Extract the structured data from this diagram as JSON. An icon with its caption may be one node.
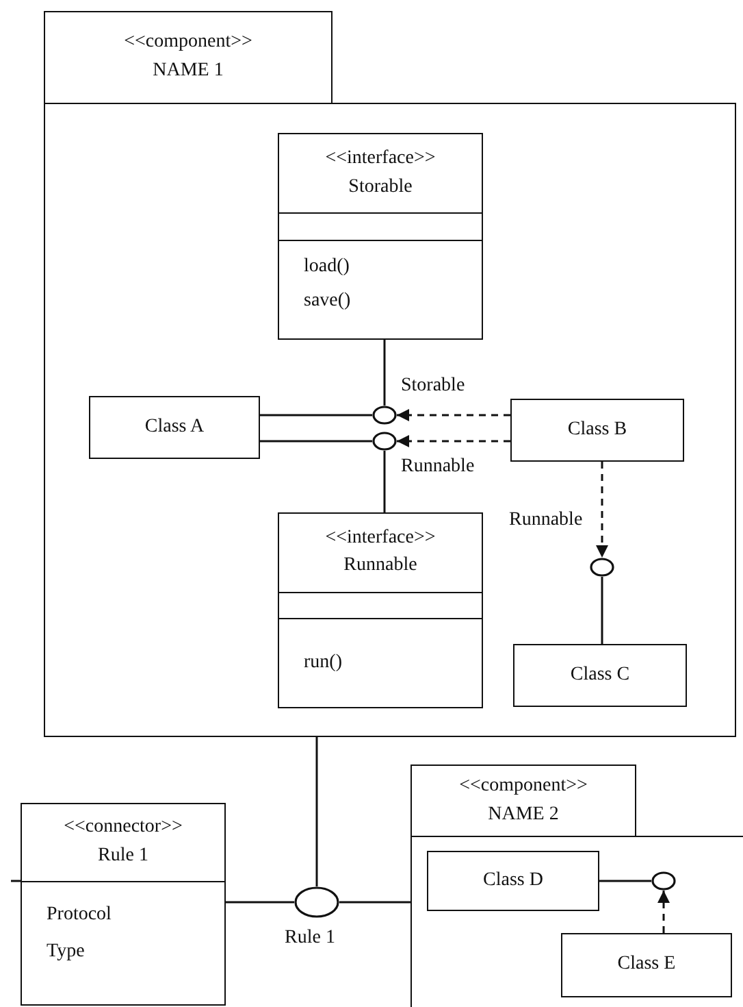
{
  "diagram": {
    "nodes": [
      {
        "text": [
          "<<component>>",
          "NAME 1"
        ]
      },
      {
        "text": [
          "<<interface>>",
          "Storable",
          "load()",
          "save()"
        ],
        "in": 0
      },
      {
        "text": [
          "Class A"
        ],
        "in": 0
      },
      {
        "text": [],
        "shape": "circle",
        "beside": [
          "Storable"
        ],
        "in": 0
      },
      {
        "text": [],
        "shape": "circle",
        "beside": [
          "Runnable"
        ],
        "in": 0
      },
      {
        "text": [
          "Class B"
        ],
        "in": 0
      },
      {
        "text": [
          "<<interface>>",
          "Runnable",
          "run()"
        ],
        "in": 0
      },
      {
        "text": [],
        "shape": "circle",
        "beside": [
          "Runnable"
        ],
        "in": 0
      },
      {
        "text": [
          "Class C"
        ],
        "in": 0
      },
      {
        "text": [
          "<<connector>>",
          "Rule 1",
          "Protocol",
          "Type"
        ]
      },
      {
        "text": [],
        "shape": "circle",
        "beside": [
          "Rule 1"
        ]
      },
      {
        "text": [
          "<<component>>",
          "NAME 2"
        ]
      },
      {
        "text": [
          "Class D"
        ],
        "in": 11
      },
      {
        "text": [],
        "shape": "circle",
        "in": 11
      },
      {
        "text": [
          "Class E"
        ],
        "in": 11
      }
    ],
    "edges": [
      {
        "from": 2,
        "to": 3,
        "arrow": "none"
      },
      {
        "from": 2,
        "to": 4,
        "arrow": "none"
      },
      {
        "from": 1,
        "to": 3,
        "arrow": "none"
      },
      {
        "from": 4,
        "to": 6,
        "arrow": "none"
      },
      {
        "from": 5,
        "to": 3,
        "arrow": "to",
        "style": "dashed"
      },
      {
        "from": 5,
        "to": 4,
        "arrow": "to",
        "style": "dashed"
      },
      {
        "from": 5,
        "to": 7,
        "arrow": "to",
        "style": "dashed"
      },
      {
        "from": 7,
        "to": 8,
        "arrow": "none"
      },
      {
        "from": 0,
        "to": 10,
        "arrow": "none"
      },
      {
        "from": 9,
        "to": 10,
        "arrow": "none"
      },
      {
        "from": 10,
        "to": 11,
        "arrow": "none"
      },
      {
        "from": 12,
        "to": 13,
        "arrow": "none"
      },
      {
        "from": 14,
        "to": 13,
        "arrow": "to",
        "style": "dashed"
      }
    ]
  }
}
